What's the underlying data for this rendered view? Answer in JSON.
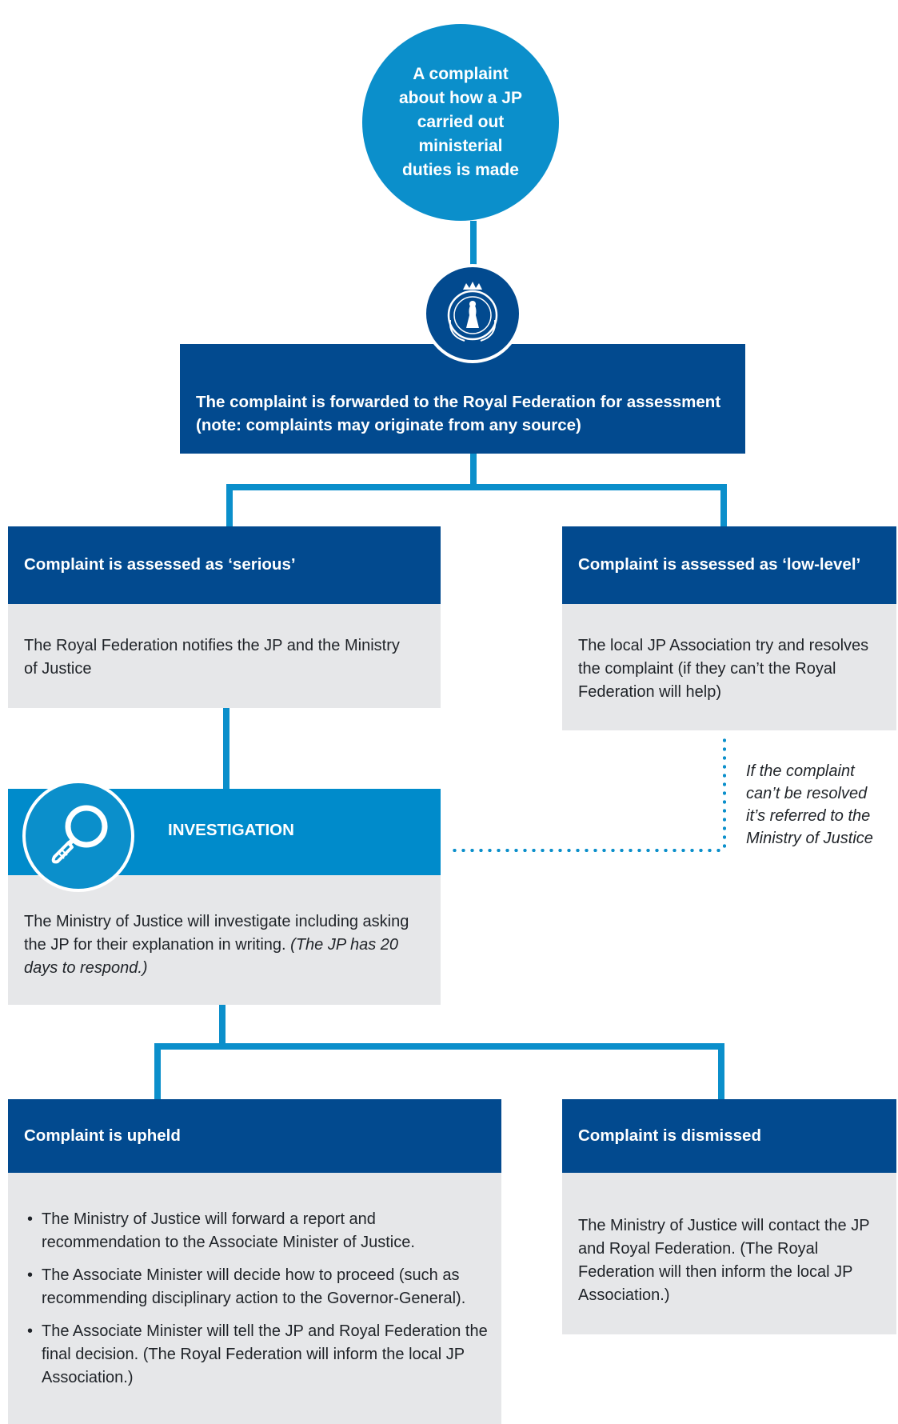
{
  "start": {
    "text": "A complaint about how a JP carried out ministerial duties is made"
  },
  "forward": {
    "line1": "The complaint is forwarded to the Royal Federation for assessment",
    "line2": "(note: complaints may originate from any source)"
  },
  "serious": {
    "header": "Complaint is assessed as ‘serious’",
    "body": "The Royal Federation notifies the JP and the Ministry of Justice"
  },
  "low_level": {
    "header": "Complaint is assessed as ‘low-level’",
    "body": "The local JP Association try and resolves the complaint (if they can’t the Royal Federation will help)"
  },
  "referral_note": {
    "line1": "If the complaint",
    "line2": "can’t be resolved",
    "line3": "it’s referred to the",
    "line4": "Ministry of Justice"
  },
  "investigation": {
    "header": "INVESTIGATION",
    "body": "The Ministry of Justice will investigate including asking the JP for their explanation in writing.",
    "note": "(The JP has 20 days to respond.)"
  },
  "upheld": {
    "header": "Complaint is upheld",
    "bullets": [
      "The Ministry of Justice will forward a report and recommendation to the Associate Minister of Justice.",
      "The Associate Minister will decide how to proceed (such as recommending disciplinary action to the Governor-General).",
      "The Associate Minister will tell the JP and Royal Federation the final decision. (The Royal Federation will inform the local JP Association.)"
    ]
  },
  "dismissed": {
    "header": "Complaint is dismissed",
    "body": "The Ministry of Justice will contact the JP and Royal Federation. (The Royal Federation will then inform the local JP Association.)"
  },
  "icons": {
    "seal": "royal-federation-seal-icon",
    "magnifier": "magnifying-glass-icon"
  },
  "colors": {
    "navy": "#024a8f",
    "cyan": "#0b8fcb",
    "grey": "#e6e7e9"
  }
}
